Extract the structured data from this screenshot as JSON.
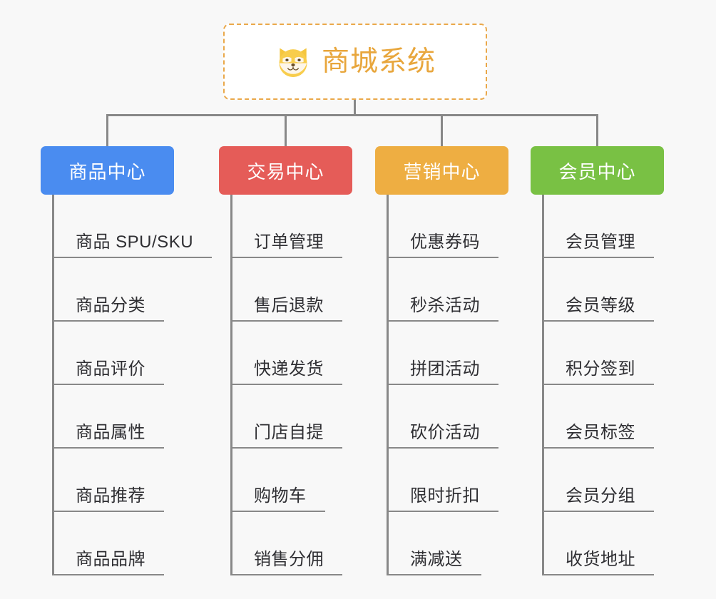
{
  "page": {
    "background_color": "#f8f8f8",
    "connector_color": "#888888"
  },
  "root": {
    "title": "商城系统",
    "icon": "shiba-dog-face-icon",
    "text_color": "#e8a63c",
    "border_color": "#eaa84a",
    "background_color": "#ffffff"
  },
  "columns": [
    {
      "category": "商品中心",
      "color": "#4a8cf0",
      "items": [
        "商品 SPU/SKU",
        "商品分类",
        "商品评价",
        "商品属性",
        "商品推荐",
        "商品品牌"
      ]
    },
    {
      "category": "交易中心",
      "color": "#e55c58",
      "items": [
        "订单管理",
        "售后退款",
        "快递发货",
        "门店自提",
        "购物车",
        "销售分佣"
      ]
    },
    {
      "category": "营销中心",
      "color": "#eeae42",
      "items": [
        "优惠券码",
        "秒杀活动",
        "拼团活动",
        "砍价活动",
        "限时折扣",
        "满减送"
      ]
    },
    {
      "category": "会员中心",
      "color": "#79c144",
      "items": [
        "会员管理",
        "会员等级",
        "积分签到",
        "会员标签",
        "会员分组",
        "收货地址"
      ]
    }
  ]
}
